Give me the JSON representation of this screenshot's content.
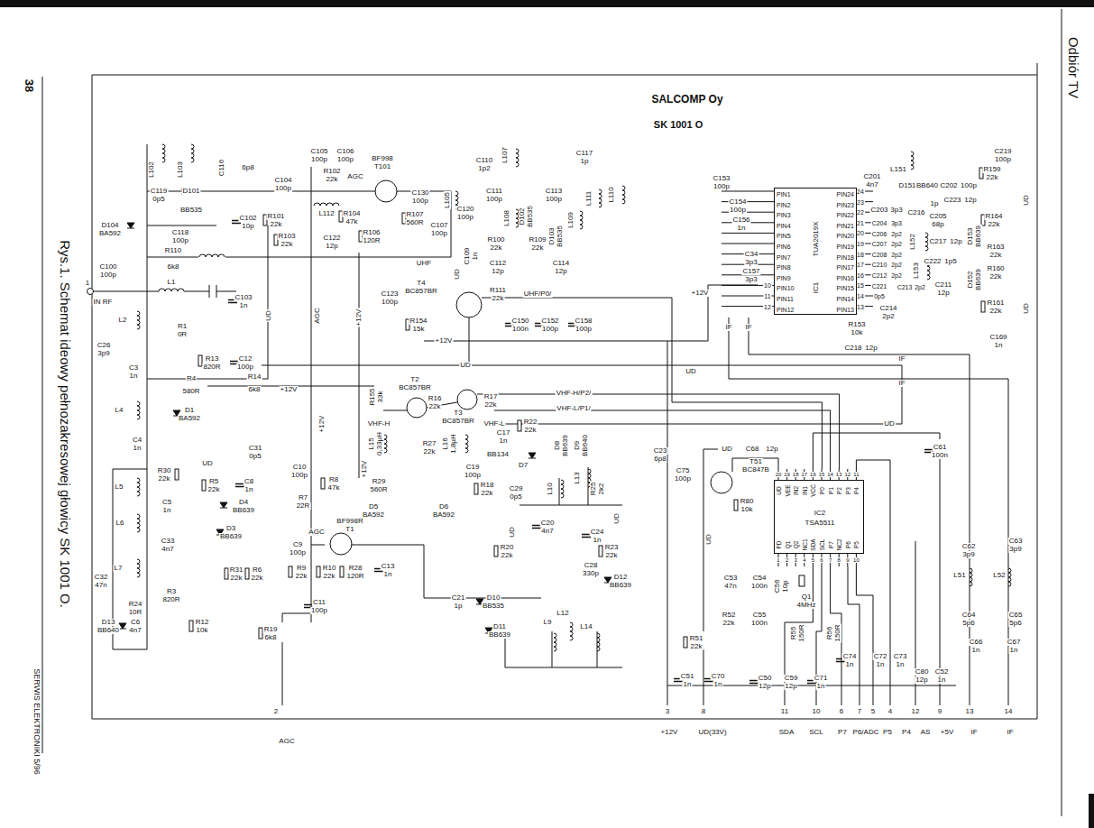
{
  "diagram": {
    "title": "SALCOMP Oy",
    "caption": "Rys.1. Schemat ideowy pełnozakresowej głowicy SK 1001 O.",
    "nodes": [
      {
        "text": [
          "PIN1",
          "PIN2",
          "PIN3",
          "PIN4",
          "PIN5",
          "PIN6",
          "PIN7",
          "PIN8",
          "PIN9",
          "PIN10",
          "PIN11",
          "PIN12",
          "PIN24",
          "PIN23",
          "PIN22",
          "PIN21",
          "PIN20",
          "PIN19",
          "PIN18",
          "PIN17",
          "PIN16",
          "PIN15",
          "PIN14",
          "PIN13",
          "IC1",
          "TUA2019X"
        ]
      },
      {
        "text": [
          "IC2",
          "TSA5511",
          "UD",
          "VEE",
          "IN2",
          "IN1",
          "VCC",
          "P0",
          "P1",
          "P2",
          "P3",
          "P4",
          "PD",
          "Q1",
          "Q2",
          "NC1",
          "SDA",
          "SCL",
          "P7",
          "NC2",
          "P6",
          "P5"
        ]
      }
    ],
    "labels": [
      "38",
      "Odbiór TV",
      "SERWIS ELEKTRONIKI 5/96",
      "SK 1001 O",
      "L102",
      "L103",
      "C116",
      "6p8",
      "C119",
      "0p5",
      "D101",
      "BB535",
      "C102",
      "10p",
      "D104",
      "BA592",
      "C118",
      "100p",
      "R110",
      "6k8",
      "C100",
      "100p",
      "L1",
      "IN RF",
      "1",
      "C104",
      "100p",
      "R101",
      "22k",
      "R103",
      "22k",
      "C103",
      "1n",
      "UD",
      "L2",
      "R1",
      "0R",
      "C26",
      "3p9",
      "C3",
      "1n",
      "R13",
      "820R",
      "C12",
      "100p",
      "R4",
      "580R",
      "R14",
      "6k8",
      "+12V",
      "L4",
      "D1",
      "BA592",
      "C4",
      "1n",
      "R30",
      "22k",
      "UD",
      "R5",
      "22k",
      "C8",
      "1n",
      "C31",
      "0p5",
      "L5",
      "C5",
      "1n",
      "D4",
      "BB639",
      "D3",
      "BB639",
      "L6",
      "C33",
      "4n7",
      "L7",
      "C32",
      "47n",
      "R31",
      "22k",
      "R6",
      "22k",
      "R3",
      "820R",
      "R24",
      "10R",
      "C6",
      "4n7",
      "R12",
      "10k",
      "D13",
      "BB640",
      "R19",
      "6k8",
      "C105",
      "100p",
      "C106",
      "100p",
      "BF998",
      "T101",
      "R102",
      "22k",
      "AGC",
      "C130",
      "100p",
      "L112",
      "R104",
      "47k",
      "R106",
      "120R",
      "C122",
      "12p",
      "R107",
      "560R",
      "C107",
      "100p",
      "L105",
      "C110",
      "1p2",
      "L107",
      "C117",
      "1p",
      "C111",
      "100p",
      "C113",
      "100p",
      "C120",
      "100p",
      "L108",
      "D102",
      "BB535",
      "D103",
      "BB535",
      "L109",
      "L111",
      "L110",
      "R100",
      "22k",
      "R109",
      "22k",
      "C109",
      "1n",
      "C112",
      "12p",
      "C114",
      "12p",
      "UHF",
      "UD",
      "AGC",
      "+12V",
      "C123",
      "100p",
      "T4",
      "BC857BR",
      "R111",
      "22k",
      "UHF/P0/",
      "R154",
      "15k",
      "C150",
      "100n",
      "C152",
      "100p",
      "C158",
      "100p",
      "+12V",
      "UD",
      "UD",
      "R155",
      "33k",
      "T2",
      "BC857BR",
      "R16",
      "22k",
      "T3",
      "BC857BR",
      "VHF-H",
      "VHF-L",
      "R17",
      "22k",
      "VHF-H/P2/",
      "VHF-L/P1/",
      "L15",
      "0,33µH",
      "L16",
      "1,8µH",
      "R27",
      "22k",
      "R22",
      "22k",
      "C17",
      "1n",
      "BB134",
      "D7",
      "D8",
      "BB639",
      "D9",
      "BB640",
      "C19",
      "100p",
      "R18",
      "22k",
      "C29",
      "0p5",
      "L10",
      "L13",
      "R25",
      "2k2",
      "C23",
      "6p8",
      "C10",
      "100p",
      "R8",
      "47k",
      "+12V",
      "+12V",
      "R29",
      "560R",
      "D5",
      "BA592",
      "D6",
      "BA592",
      "R7",
      "22R",
      "AGC",
      "BF998R",
      "T1",
      "C9",
      "100p",
      "R9",
      "22k",
      "R10",
      "22k",
      "R28",
      "120R",
      "C13",
      "1n",
      "C11",
      "100p",
      "UD",
      "C20",
      "4n7",
      "C24",
      "1n",
      "UD",
      "R20",
      "22k",
      "R23",
      "22k",
      "C28",
      "330p",
      "D12",
      "BB639",
      "C21",
      "1p",
      "D10",
      "BB535",
      "D11",
      "BB639",
      "L9",
      "L12",
      "L14",
      "C153",
      "100p",
      "C154",
      "100p",
      "C156",
      "1n",
      "C34",
      "3p3",
      "C157",
      "3p3",
      "+12V",
      "IF",
      "IF",
      "24",
      "23",
      "22",
      "21",
      "20",
      "19",
      "18",
      "17",
      "16",
      "15",
      "14",
      "13",
      "10",
      "11",
      "12",
      "C201",
      "4n7",
      "L151",
      "D151",
      "BB640",
      "C202",
      "100p",
      "R159",
      "22k",
      "C219",
      "100p",
      "UD",
      "C203",
      "3p3",
      "C216",
      "1p",
      "C223",
      "12p",
      "C205",
      "68p",
      "R164",
      "22k",
      "C204",
      "C206",
      "C207",
      "C208",
      "C210",
      "C212",
      "C221",
      "3p3",
      "2p2",
      "2p2",
      "2p2",
      "2p2",
      "2p2",
      "0p5",
      "C213",
      "2p2",
      "L152",
      "C217",
      "12p",
      "D153",
      "BB639",
      "R163",
      "22k",
      "C222",
      "1p5",
      "L153",
      "C211",
      "12p",
      "D152",
      "BB639",
      "R160",
      "22k",
      "C214",
      "2p2",
      "R161",
      "22k",
      "UD",
      "R153",
      "10k",
      "C218",
      "12p",
      "C169",
      "1n",
      "IF",
      "IF",
      "UD",
      "C61",
      "100n",
      "UD",
      "C68",
      "12p",
      "C75",
      "100p",
      "T51",
      "BC847B",
      "R80",
      "10k",
      "UD",
      "20",
      "19",
      "18",
      "17",
      "16",
      "15",
      "14",
      "13",
      "12",
      "11",
      "1",
      "2",
      "3",
      "4",
      "5",
      "6",
      "7",
      "8",
      "9",
      "10",
      "C62",
      "3p9",
      "C63",
      "3p9",
      "L51",
      "L52",
      "C64",
      "5p6",
      "C65",
      "5p6",
      "C66",
      "1n",
      "C67",
      "1n",
      "C53",
      "47n",
      "C54",
      "100n",
      "C56",
      "10p",
      "Q1",
      "4MHz",
      "R52",
      "22k",
      "C55",
      "100n",
      "R55",
      "150R",
      "R56",
      "150R",
      "R51",
      "22k",
      "C74",
      "1n",
      "C72",
      "1n",
      "C73",
      "1n",
      "C80",
      "12p",
      "C52",
      "1n",
      "C51",
      "1n",
      "C70",
      "1n",
      "C50",
      "12p",
      "C59",
      "12p",
      "C71",
      "1n",
      "2",
      "3",
      "8",
      "11",
      "10",
      "6",
      "7",
      "5",
      "4",
      "12",
      "9",
      "13",
      "14",
      "+12V",
      "UD(33V)",
      "SDA",
      "SCL",
      "P7",
      "P6/ADC",
      "P5",
      "P4",
      "AS",
      "+5V",
      "IF",
      "IF",
      "AGC"
    ]
  }
}
